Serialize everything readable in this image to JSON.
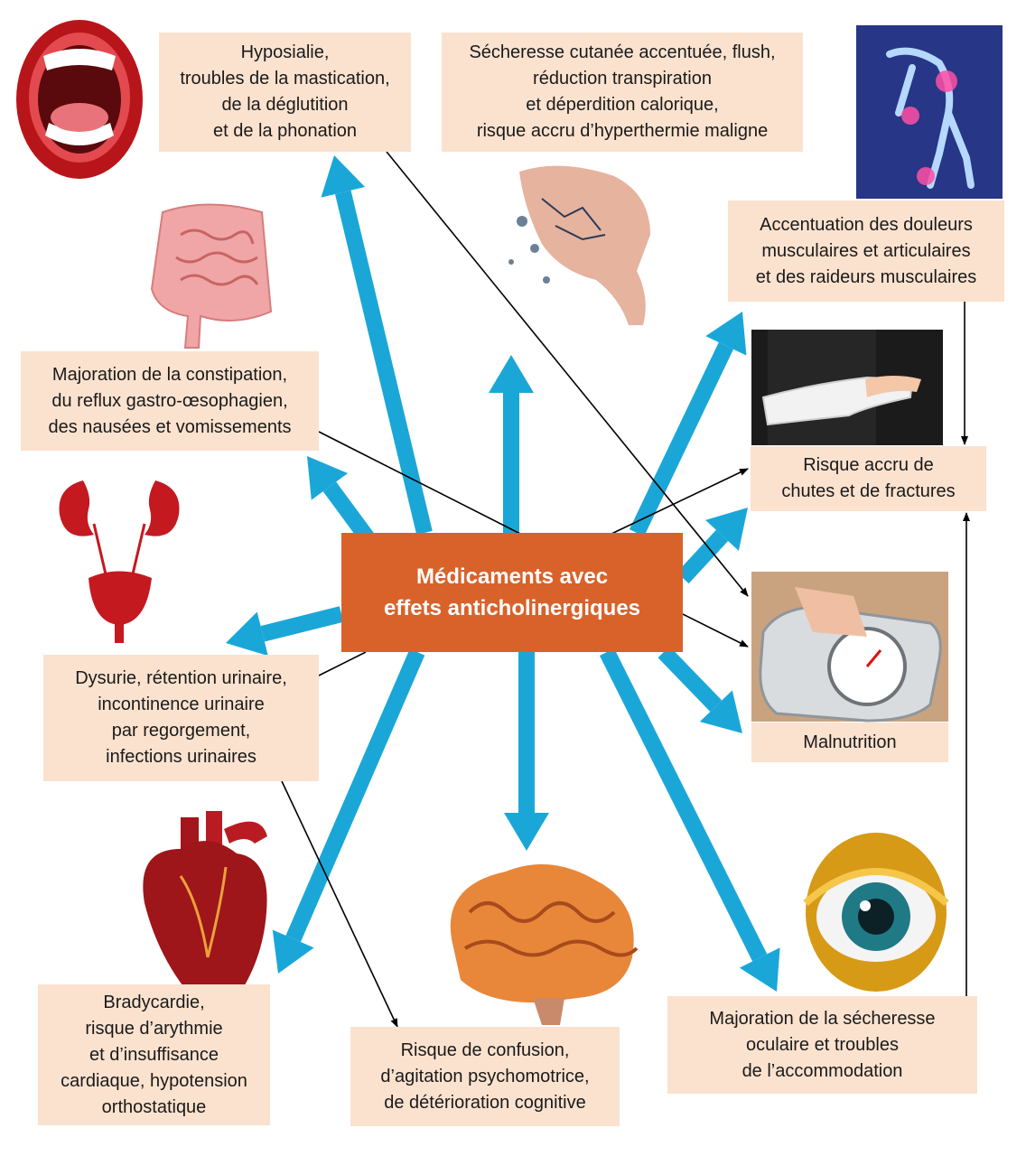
{
  "center": [
    "Médicaments avec",
    "effets anticholinergiques"
  ],
  "effects": {
    "mouth": [
      "Hyposialie,",
      "troubles de la mastication,",
      "de la déglutition",
      "et de la phonation"
    ],
    "skin": [
      "Sécheresse cutanée accentuée, flush,",
      "réduction transpiration",
      "et déperdition calorique,",
      "risque accru d’hyperthermie maligne"
    ],
    "muscles": [
      "Accentuation des douleurs",
      "musculaires et articulaires",
      "et des raideurs musculaires"
    ],
    "digestive": [
      "Majoration de la constipation,",
      "du reflux gastro-œsophagien,",
      "des nausées et vomissements"
    ],
    "falls": [
      "Risque accru de",
      "chutes et de fractures"
    ],
    "urinary": [
      "Dysurie, rétention urinaire,",
      "incontinence urinaire",
      "par regorgement,",
      "infections urinaires"
    ],
    "nutrition": [
      "Malnutrition"
    ],
    "heart": [
      "Bradycardie,",
      "risque d’arythmie",
      "et d’insuffisance",
      "cardiaque, hypotension",
      "orthostatique"
    ],
    "brain": [
      "Risque de confusion,",
      "d’agitation psychomotrice,",
      "de détérioration cognitive"
    ],
    "eye": [
      "Majoration de la sécheresse",
      "oculaire et troubles",
      "de l’accommodation"
    ]
  },
  "icons": [
    "open-mouth-icon",
    "intestine-icon",
    "kidney-bladder-icon",
    "heart-icon",
    "brain-icon",
    "dry-hand-icon",
    "skeleton-joint-pain-icon",
    "bandaged-arm-icon",
    "bathroom-scale-icon",
    "eye-icon"
  ],
  "colors": {
    "arrow": "#1aa7d8",
    "box": "#fbe2cf",
    "center": "#d9622a",
    "line": "#000000"
  }
}
